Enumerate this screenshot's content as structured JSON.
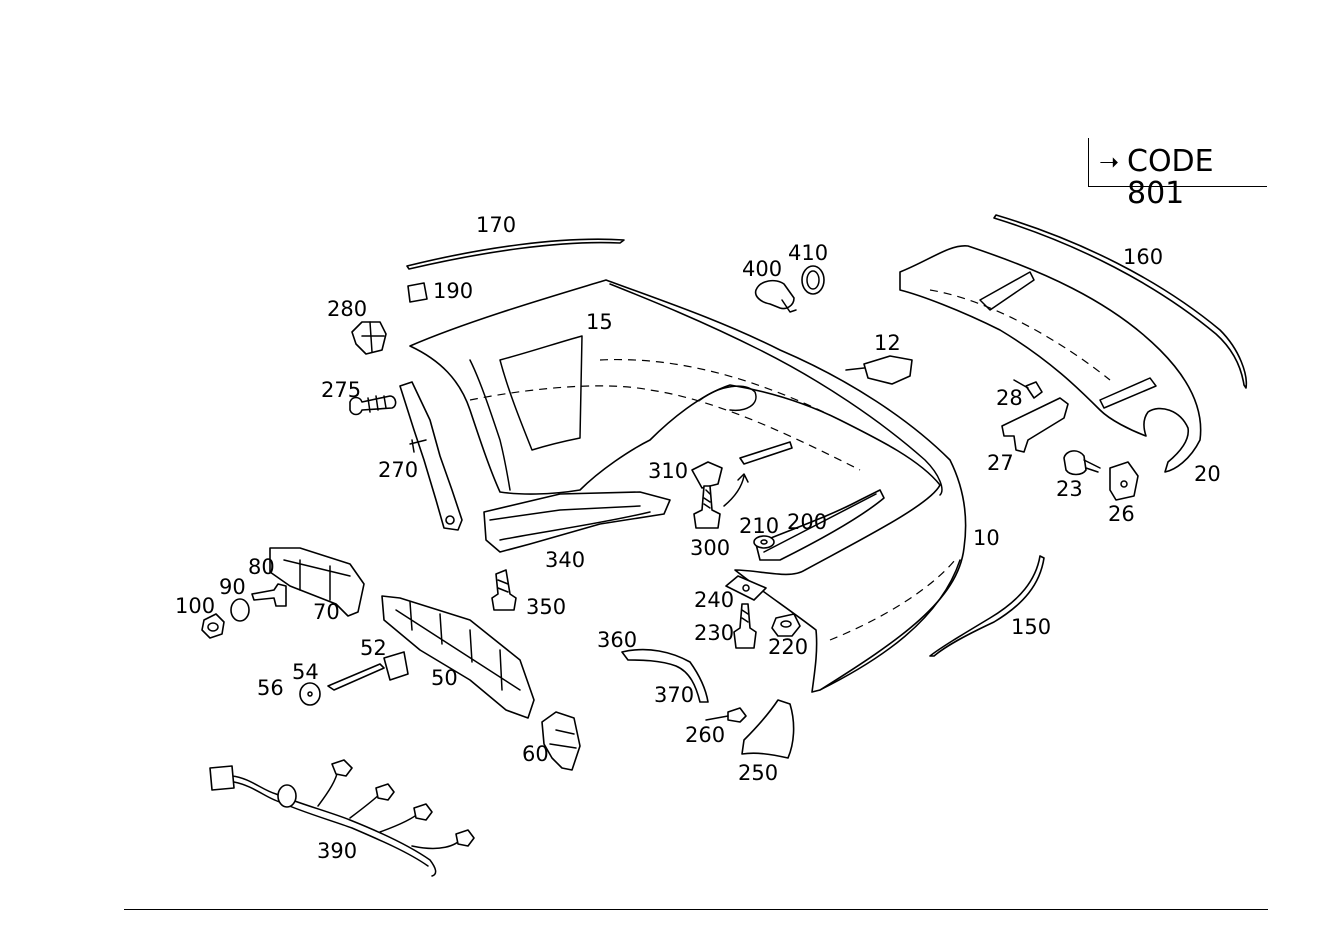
{
  "code_box": {
    "arrow": "➝",
    "text": "CODE 801"
  },
  "parts": [
    {
      "id": "10",
      "label": "10"
    },
    {
      "id": "12",
      "label": "12"
    },
    {
      "id": "15",
      "label": "15"
    },
    {
      "id": "20",
      "label": "20"
    },
    {
      "id": "23",
      "label": "23"
    },
    {
      "id": "26",
      "label": "26"
    },
    {
      "id": "27",
      "label": "27"
    },
    {
      "id": "28",
      "label": "28"
    },
    {
      "id": "50",
      "label": "50"
    },
    {
      "id": "52",
      "label": "52"
    },
    {
      "id": "54",
      "label": "54"
    },
    {
      "id": "56",
      "label": "56"
    },
    {
      "id": "60",
      "label": "60"
    },
    {
      "id": "70",
      "label": "70"
    },
    {
      "id": "80",
      "label": "80"
    },
    {
      "id": "90",
      "label": "90"
    },
    {
      "id": "100",
      "label": "100"
    },
    {
      "id": "150",
      "label": "150"
    },
    {
      "id": "160",
      "label": "160"
    },
    {
      "id": "170",
      "label": "170"
    },
    {
      "id": "190",
      "label": "190"
    },
    {
      "id": "200",
      "label": "200"
    },
    {
      "id": "210",
      "label": "210"
    },
    {
      "id": "220",
      "label": "220"
    },
    {
      "id": "230",
      "label": "230"
    },
    {
      "id": "240",
      "label": "240"
    },
    {
      "id": "250",
      "label": "250"
    },
    {
      "id": "260",
      "label": "260"
    },
    {
      "id": "270",
      "label": "270"
    },
    {
      "id": "275",
      "label": "275"
    },
    {
      "id": "280",
      "label": "280"
    },
    {
      "id": "300",
      "label": "300"
    },
    {
      "id": "310",
      "label": "310"
    },
    {
      "id": "340",
      "label": "340"
    },
    {
      "id": "350",
      "label": "350"
    },
    {
      "id": "360",
      "label": "360"
    },
    {
      "id": "370",
      "label": "370"
    },
    {
      "id": "390",
      "label": "390"
    },
    {
      "id": "400",
      "label": "400"
    },
    {
      "id": "410",
      "label": "410"
    }
  ]
}
